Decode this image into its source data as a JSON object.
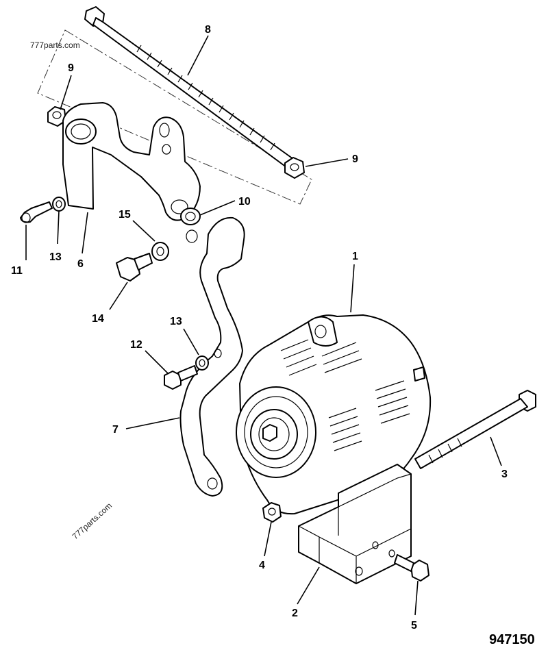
{
  "watermarks": [
    "777parts.com",
    "777parts.com"
  ],
  "figure_number": "947150",
  "callouts": [
    {
      "id": "c8",
      "label": "8"
    },
    {
      "id": "c9a",
      "label": "9"
    },
    {
      "id": "c9b",
      "label": "9"
    },
    {
      "id": "c10",
      "label": "10"
    },
    {
      "id": "c15",
      "label": "15"
    },
    {
      "id": "c13a",
      "label": "13"
    },
    {
      "id": "c11",
      "label": "11"
    },
    {
      "id": "c6",
      "label": "6"
    },
    {
      "id": "c1",
      "label": "1"
    },
    {
      "id": "c14",
      "label": "14"
    },
    {
      "id": "c13b",
      "label": "13"
    },
    {
      "id": "c12",
      "label": "12"
    },
    {
      "id": "c7",
      "label": "7"
    },
    {
      "id": "c3",
      "label": "3"
    },
    {
      "id": "c4",
      "label": "4"
    },
    {
      "id": "c2",
      "label": "2"
    },
    {
      "id": "c5",
      "label": "5"
    }
  ],
  "parts": [
    {
      "id": "long-bolt",
      "icon": "long-threaded-bolt-icon"
    },
    {
      "id": "alternator",
      "icon": "alternator-icon"
    },
    {
      "id": "upper-bracket",
      "icon": "bracket-icon"
    },
    {
      "id": "adjusting-link",
      "icon": "adjusting-link-icon"
    },
    {
      "id": "mounting-bracket",
      "icon": "mounting-block-icon"
    }
  ]
}
